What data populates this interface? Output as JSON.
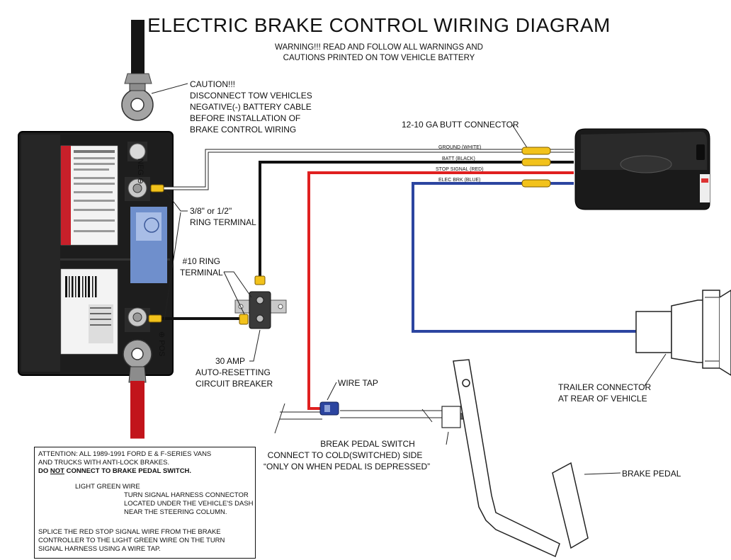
{
  "title": "ELECTRIC BRAKE CONTROL WIRING DIAGRAM",
  "warning": {
    "line1": "WARNING!!! READ AND FOLLOW ALL WARNINGS AND",
    "line2": "CAUTIONS PRINTED ON TOW VEHICLE BATTERY"
  },
  "caution": {
    "line1": "CAUTION!!!",
    "line2": "DISCONNECT TOW VEHICLES",
    "line3": "NEGATIVE(-) BATTERY CABLE",
    "line4": "BEFORE INSTALLATION OF",
    "line5": "BRAKE CONTROL WIRING"
  },
  "battery": {
    "neg_label": "NEG ⊖",
    "pos_label": "⊕ POS"
  },
  "labels": {
    "ring_terminal_large": {
      "line1": "3/8\" or 1/2\"",
      "line2": "RING TERMINAL"
    },
    "ring_terminal_10": {
      "line1": "#10 RING",
      "line2": "TERMINAL"
    },
    "circuit_breaker": {
      "line1": "30 AMP",
      "line2": "AUTO-RESETTING",
      "line3": "CIRCUIT BREAKER"
    },
    "butt_connector": "12-10 GA BUTT CONNECTOR",
    "wire_tap": "WIRE TAP",
    "brake_pedal_switch": {
      "line1": "BREAK PEDAL SWITCH",
      "line2": "CONNECT TO COLD(SWITCHED) SIDE",
      "line3": "“ONLY ON WHEN PEDAL IS DEPRESSED”"
    },
    "trailer_connector": {
      "line1": "TRAILER CONNECTOR",
      "line2": "AT REAR OF VEHICLE"
    },
    "brake_pedal": "BRAKE PEDAL"
  },
  "wires": {
    "ground": "GROUND (WHITE)",
    "batt": "BATT (BLACK)",
    "stop": "STOP SIGNAL (RED)",
    "elec": "ELEC BRK (BLUE)"
  },
  "colors": {
    "ground": "#ffffff",
    "batt": "#111111",
    "stop": "#e02020",
    "elec": "#2c45a0",
    "connector": "#f2c21b"
  },
  "note_box": {
    "line1": "ATTENTION: ALL 1989-1991 FORD E & F-SERIES VANS",
    "line2": "AND TRUCKS WITH ANTI-LOCK BRAKES.",
    "line3_do": "DO ",
    "line3_not": "NOT",
    "line3_rest": " CONNECT TO BRAKE PEDAL SWITCH.",
    "light_green_wire": "LIGHT GREEN WIRE",
    "harness1": "TURN SIGNAL HARNESS CONNECTOR",
    "harness2": "LOCATED UNDER THE VEHICLE'S DASH",
    "harness3": "NEAR THE STEERING COLUMN.",
    "splice1": "SPLICE THE RED STOP SIGNAL WIRE FROM THE BRAKE",
    "splice2": "CONTROLLER TO THE LIGHT GREEN WIRE ON THE TURN",
    "splice3": "SIGNAL HARNESS USING A WIRE TAP."
  }
}
